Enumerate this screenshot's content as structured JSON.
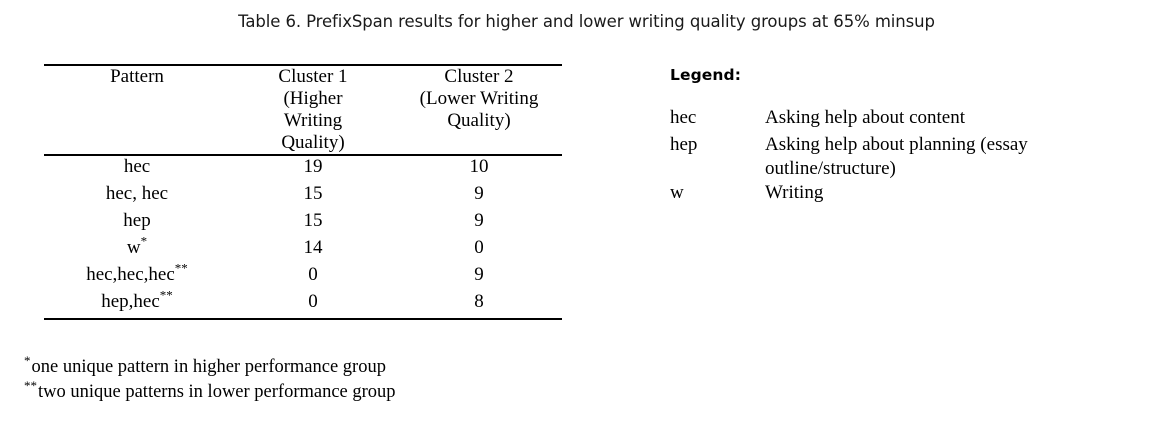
{
  "caption": "Table 6. PrefixSpan results for higher and lower writing quality groups at 65% minsup",
  "table": {
    "columns": [
      {
        "header": "Pattern",
        "subheader": ""
      },
      {
        "header": "Cluster 1",
        "subheader": "(Higher Writing Quality)"
      },
      {
        "header": "Cluster 2",
        "subheader": "(Lower Writing Quality)"
      }
    ],
    "header_lines": {
      "col1_line1": "Cluster 1",
      "col1_line2": "(Higher",
      "col1_line3": "Writing",
      "col1_line4": "Quality)",
      "col2_line1": "Cluster 2",
      "col2_line2": "(Lower Writing",
      "col2_line3": "Quality)"
    },
    "rows": [
      {
        "pattern": "hec",
        "marker": "",
        "cluster1": "19",
        "cluster2": "10"
      },
      {
        "pattern": "hec, hec",
        "marker": "",
        "cluster1": "15",
        "cluster2": "9"
      },
      {
        "pattern": "hep",
        "marker": "",
        "cluster1": "15",
        "cluster2": "9"
      },
      {
        "pattern": "w",
        "marker": "*",
        "cluster1": "14",
        "cluster2": "0"
      },
      {
        "pattern": "hec,hec,hec",
        "marker": "**",
        "cluster1": "0",
        "cluster2": "9"
      },
      {
        "pattern": "hep,hec",
        "marker": "**",
        "cluster1": "0",
        "cluster2": "8"
      }
    ],
    "footnotes": [
      {
        "marker": "*",
        "text": "one unique pattern in higher performance group"
      },
      {
        "marker": "**",
        "text": "two unique patterns in lower performance group"
      }
    ]
  },
  "legend": {
    "title": "Legend:",
    "entries": [
      {
        "term": "hec",
        "description": "Asking help about content"
      },
      {
        "term": "hep",
        "description": "Asking help about planning (essay outline/structure)"
      },
      {
        "term": "w",
        "description": "Writing"
      }
    ]
  }
}
